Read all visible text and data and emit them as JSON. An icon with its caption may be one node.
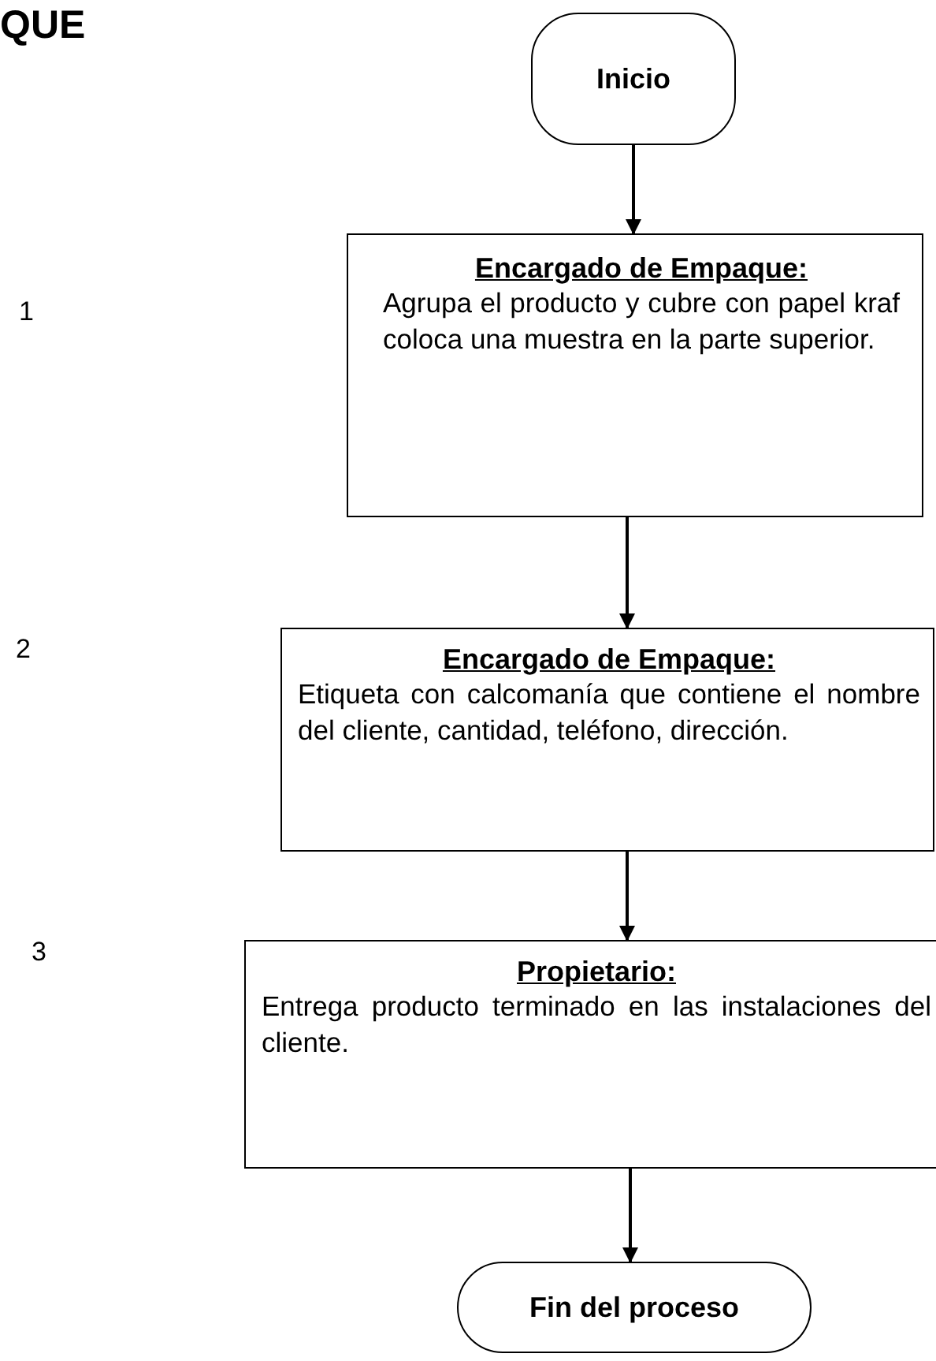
{
  "diagram": {
    "title": "QUE",
    "nodes": [
      {
        "text": [
          "Inicio"
        ]
      },
      {
        "text": [
          "Encargado de Empaque:",
          "Agrupa el producto y cubre con papel kraf coloca una muestra en la parte superior."
        ]
      },
      {
        "text": [
          "Encargado de Empaque:",
          "Etiqueta con calcomanía que contiene el nombre del cliente, cantidad, teléfono, dirección."
        ]
      },
      {
        "text": [
          "Propietario:",
          "Entrega producto terminado en las instalaciones del cliente."
        ]
      },
      {
        "text": [
          "Fin del proceso"
        ]
      }
    ],
    "edges": [
      {
        "from": 0,
        "to": 1,
        "arrow": "to"
      },
      {
        "from": 1,
        "to": 2,
        "arrow": "to"
      },
      {
        "from": 2,
        "to": 3,
        "arrow": "to"
      },
      {
        "from": 3,
        "to": 4,
        "arrow": "to"
      }
    ],
    "labels": [
      "1",
      "2",
      "3"
    ]
  }
}
